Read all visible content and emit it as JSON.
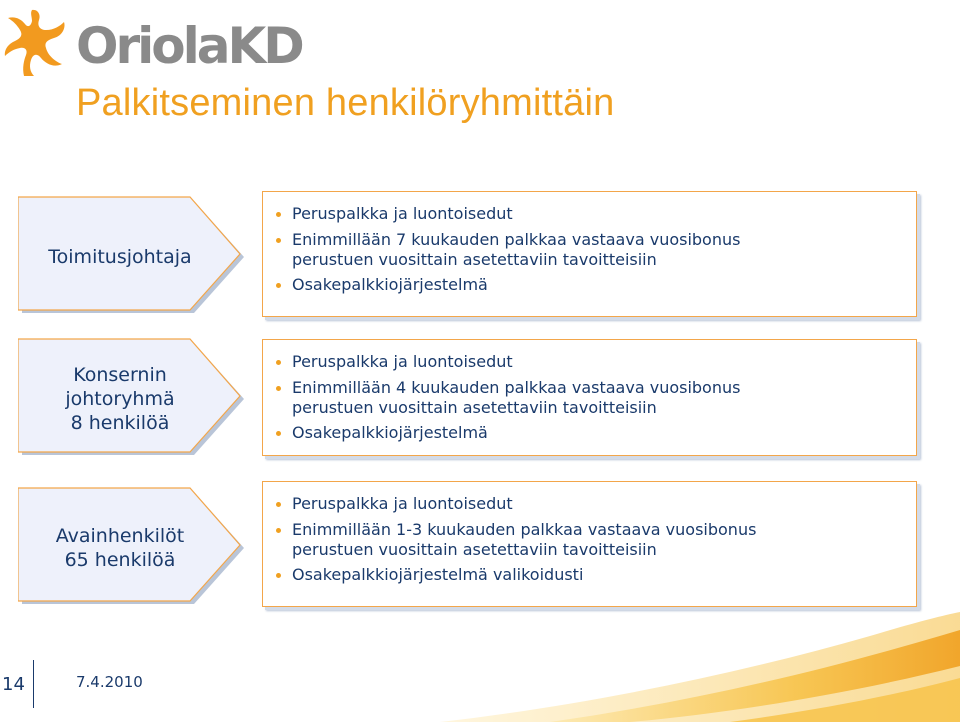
{
  "logo": {
    "wordmark": "OriolaKD",
    "icon": "oriola-star-icon"
  },
  "title": "Palkitseminen henkilöryhmittäin",
  "rows": [
    {
      "label_lines": [
        "Toimitusjohtaja"
      ],
      "items": [
        {
          "line1": "Peruspalkka ja luontoisedut",
          "line2": ""
        },
        {
          "line1": "Enimmillään 7 kuukauden palkkaa vastaava vuosibonus",
          "line2": "perustuen vuosittain asetettaviin tavoitteisiin"
        },
        {
          "line1": "Osakepalkkiojärjestelmä",
          "line2": ""
        }
      ]
    },
    {
      "label_lines": [
        "Konsernin",
        "johtoryhmä",
        "8 henkilöä"
      ],
      "items": [
        {
          "line1": "Peruspalkka ja luontoisedut",
          "line2": ""
        },
        {
          "line1": "Enimmillään 4 kuukauden palkkaa vastaava vuosibonus",
          "line2": "perustuen vuosittain asetettaviin tavoitteisiin"
        },
        {
          "line1": "Osakepalkkiojärjestelmä",
          "line2": ""
        }
      ]
    },
    {
      "label_lines": [
        "Avainhenkilöt",
        "65 henkilöä"
      ],
      "items": [
        {
          "line1": "Peruspalkka ja luontoisedut",
          "line2": ""
        },
        {
          "line1": "Enimmillään 1-3 kuukauden palkkaa vastaava vuosibonus",
          "line2": "perustuen vuosittain asetettaviin tavoitteisiin"
        },
        {
          "line1": "Osakepalkkiojärjestelmä valikoidusti",
          "line2": ""
        }
      ]
    }
  ],
  "footer": {
    "page_number": "14",
    "date": "7.4.2010"
  },
  "colors": {
    "accent": "#f0a020",
    "text": "#1a3a6b",
    "logo_gray": "#8a8a8a",
    "arrow_fill": "#eef1fb"
  }
}
